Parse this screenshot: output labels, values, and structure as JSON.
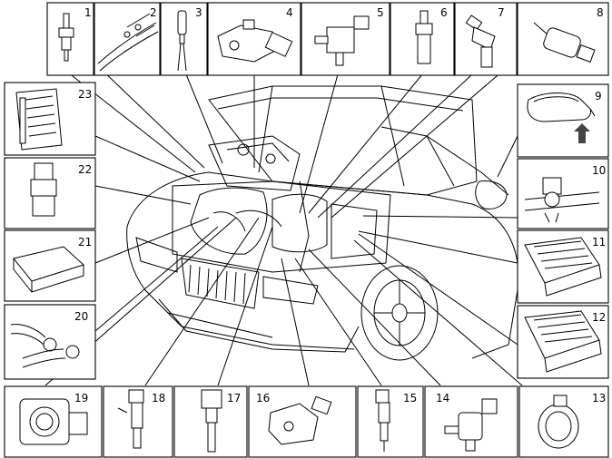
{
  "callouts": [
    {
      "id": "1",
      "label": "1"
    },
    {
      "id": "2",
      "label": "2"
    },
    {
      "id": "3",
      "label": "3"
    },
    {
      "id": "4",
      "label": "4"
    },
    {
      "id": "5",
      "label": "5"
    },
    {
      "id": "6",
      "label": "6"
    },
    {
      "id": "7",
      "label": "7"
    },
    {
      "id": "8",
      "label": "8"
    },
    {
      "id": "9",
      "label": "9"
    },
    {
      "id": "10",
      "label": "10"
    },
    {
      "id": "11",
      "label": "11"
    },
    {
      "id": "12",
      "label": "12"
    },
    {
      "id": "13",
      "label": "13"
    },
    {
      "id": "14",
      "label": "14"
    },
    {
      "id": "15",
      "label": "15"
    },
    {
      "id": "16",
      "label": "16"
    },
    {
      "id": "17",
      "label": "17"
    },
    {
      "id": "18",
      "label": "18"
    },
    {
      "id": "19",
      "label": "19"
    },
    {
      "id": "20",
      "label": "20"
    },
    {
      "id": "21",
      "label": "21"
    },
    {
      "id": "22",
      "label": "22"
    },
    {
      "id": "23",
      "label": "23"
    }
  ],
  "colors": {
    "line": "#000000",
    "background": "#ffffff"
  }
}
